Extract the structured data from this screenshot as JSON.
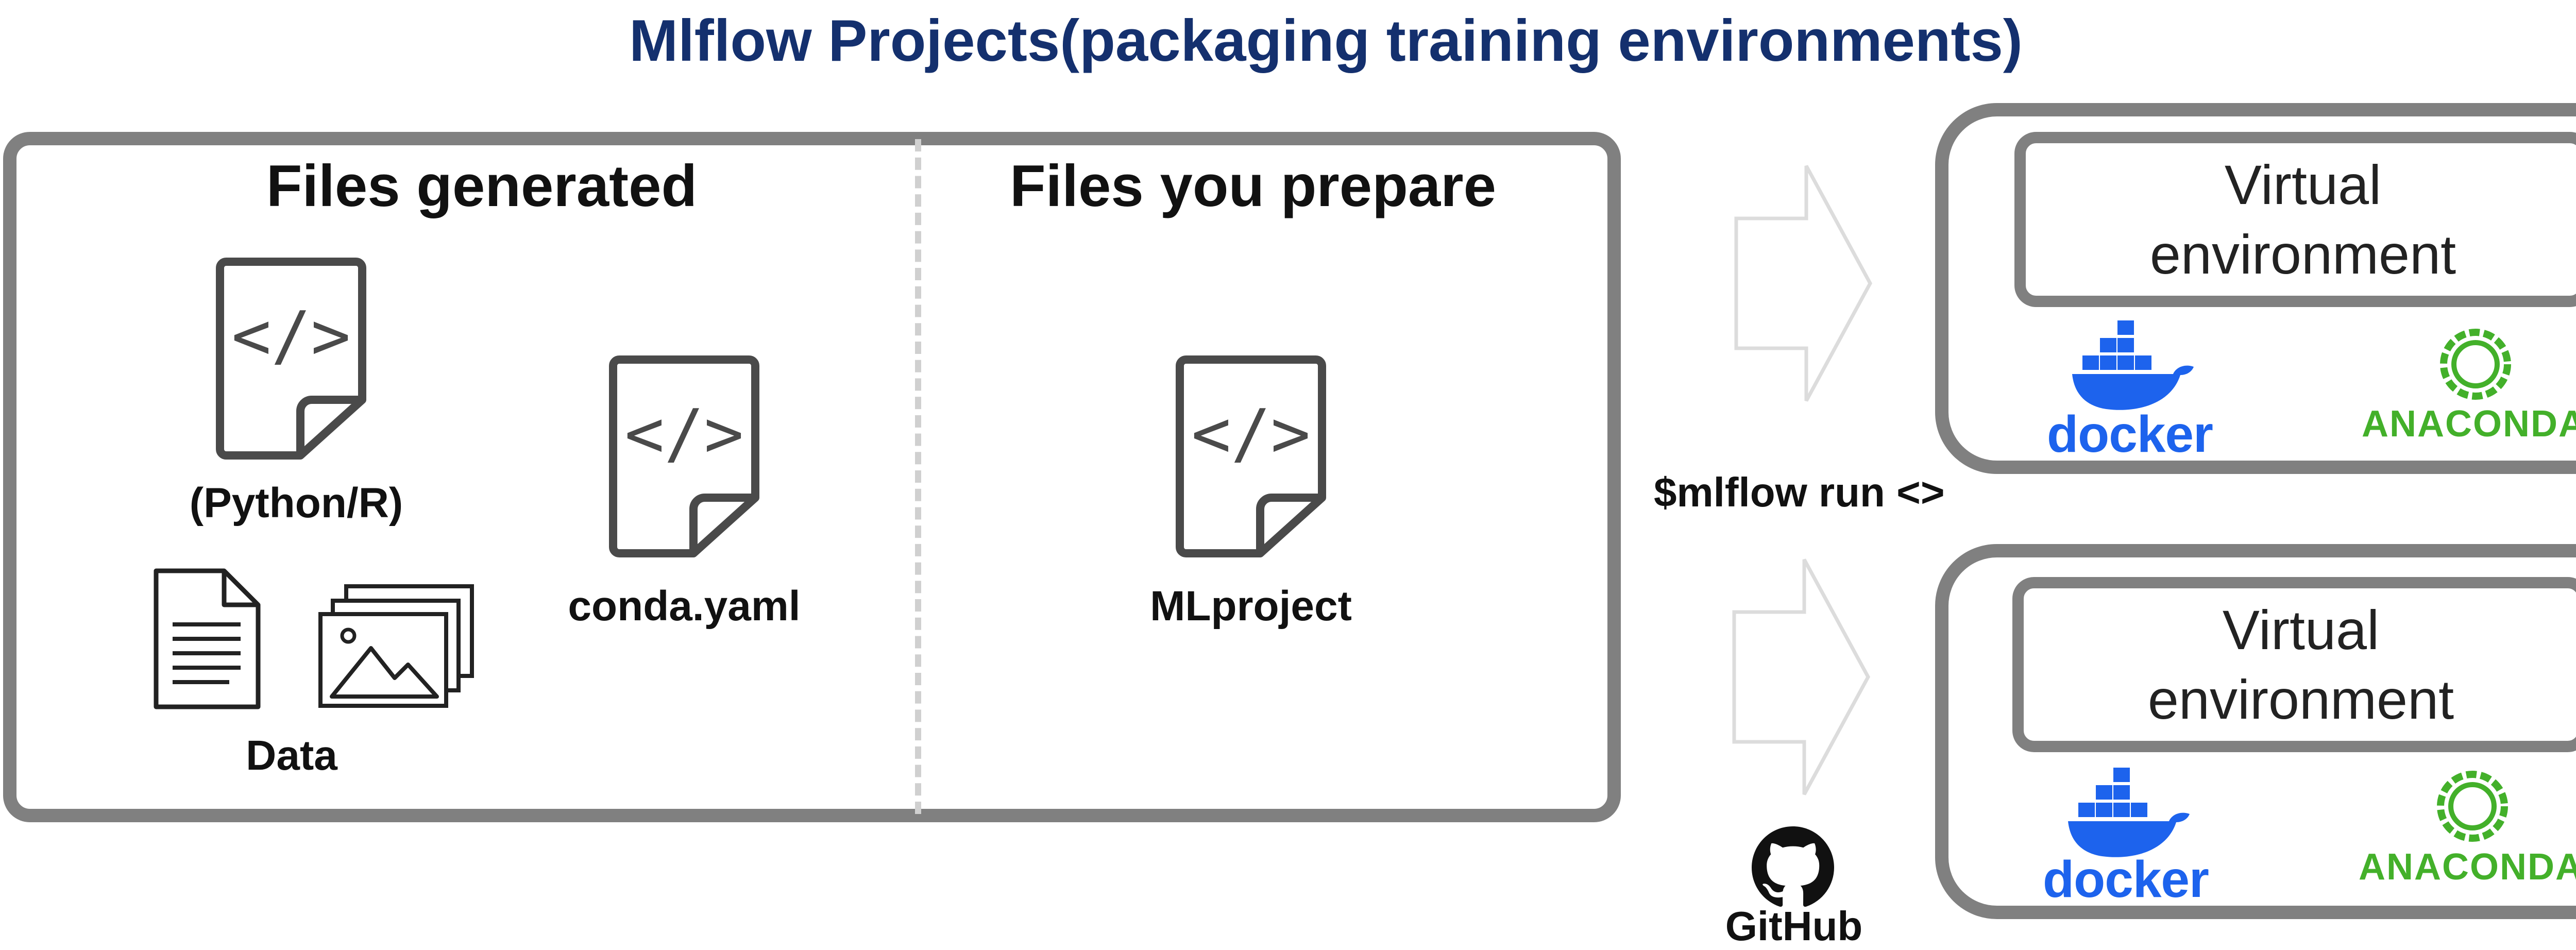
{
  "title": "Mlflow Projects(packaging training environments)",
  "sections": {
    "generated": {
      "heading": "Files generated",
      "items": {
        "script_caption": "(Python/R)",
        "data_caption": "Data",
        "conda_caption": "conda.yaml"
      }
    },
    "prepare": {
      "heading": "Files you prepare",
      "items": {
        "mlproject_caption": "MLproject"
      }
    }
  },
  "command": "$mlflow run <>",
  "environments": [
    {
      "line1": "Virtual",
      "line2": "environment",
      "docker_label": "docker",
      "anaconda_label": "ANACONDA"
    },
    {
      "line1": "Virtual",
      "line2": "environment",
      "docker_label": "docker",
      "anaconda_label": "ANACONDA"
    }
  ],
  "github_label": "GitHub",
  "colors": {
    "title": "#14306e",
    "border": "#808080",
    "docker": "#1d63ed",
    "anaconda": "#43b02a",
    "arrow": "#dcdcdc"
  },
  "icons": [
    "code-file-icon",
    "document-icon",
    "images-icon",
    "docker-whale-icon",
    "anaconda-ring-icon",
    "github-octocat-icon",
    "arrow-right-icon"
  ]
}
